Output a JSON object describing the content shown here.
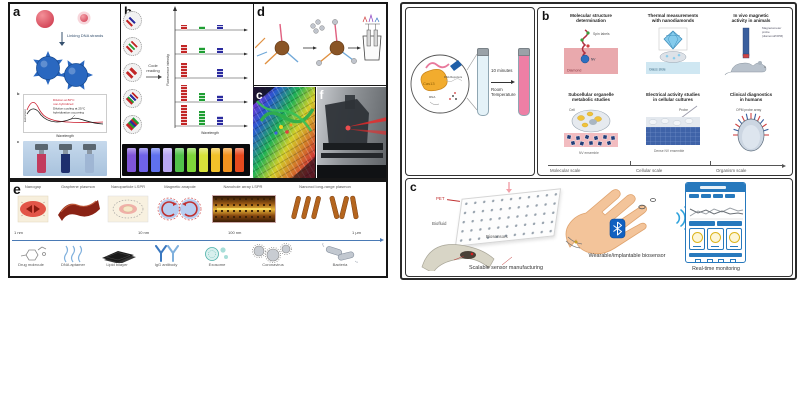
{
  "left_figure": {
    "a": {
      "label": "a",
      "linking_label": "Linking DNA strands",
      "sub_spectrum_label": "b",
      "sub_photo_label": "c",
      "spectrum": {
        "ann1": "Dilution at 80°C",
        "ann2": "non-hybridized",
        "ann3": "Dilution cooling at 25°C",
        "ann4": "hybridization occurring",
        "xlabel": "Wavelength",
        "ylabel": "Extinction"
      }
    },
    "b": {
      "label": "b",
      "code_reading": "Code reading",
      "ylabel": "Fluorescence intensity",
      "xlabel": "Wavelength"
    },
    "c": {
      "label": "c"
    },
    "d": {
      "label": "d"
    },
    "f": {
      "label": "f"
    },
    "e": {
      "label": "e",
      "thumbs": [
        "Nanogap",
        "Graphene plasmon",
        "Nanoparticle LSPR",
        "Magnetic anapole",
        "Nanohole array LSPR",
        "Nanorod long-range plasmon"
      ],
      "scale_ticks": [
        "1 nm",
        "10 nm",
        "100 nm",
        "1 μm"
      ],
      "analytes": [
        "Drug molecule",
        "DNA aptamer",
        "Lipid bilayer",
        "IgG antibody",
        "Exosome",
        "Coronavirus",
        "Bacteria"
      ]
    }
  },
  "right_figure": {
    "a": {
      "cas13": "Cas13",
      "dna_reporters": "DNA Reporters",
      "rna": "RNA",
      "time": "10 minutes",
      "temp": "Room Temperature"
    },
    "b": {
      "label": "b",
      "cards": [
        {
          "title1": "Molecular structure",
          "title2": "determination",
          "l1": "Spin labels",
          "l2": "NV",
          "l3": "Diamond"
        },
        {
          "title1": "Thermal measurements",
          "title2": "with nanodiamonds",
          "l1": "Glass slide"
        },
        {
          "title1": "In vivo magnetic",
          "title2": "activity in animals",
          "l1": "Magnetometer probe (diamond/OPM)"
        },
        {
          "title1": "Subcellular organelle",
          "title2": "metabolic studies",
          "l1": "Cell",
          "l2": "NV ensemble"
        },
        {
          "title1": "Electrical activity studies",
          "title2": "in cellular cultures",
          "l1": "Probe",
          "l2": "Dense NV ensemble"
        },
        {
          "title1": "Clinical diagnostics",
          "title2": "in humans",
          "l1": "OPM probe array"
        }
      ],
      "scales": [
        "Molecular scale",
        "Cellular scale",
        "Organism scale"
      ]
    },
    "c": {
      "label": "c",
      "pet": "PET",
      "biofluid": "Biofluid",
      "biosensors": "Biosensors",
      "cap1": "Scalable sensor manufacturing",
      "cap2": "Wearable/implantable biosensor",
      "cap3": "Real-time monitoring"
    }
  },
  "colors": {
    "nanoparticle_blue": "#2a68c0",
    "nanoparticle_red": "#d94a5a",
    "diamond_pink": "#e9a9ad",
    "glass_blue": "#cfe7f2",
    "nv_blue": "#3f63a8",
    "bluetooth_blue": "#1060c0",
    "phone_blue": "#2779bd",
    "tube_pink": "#ee7fa5",
    "tube_lightblue": "#e4f2f8",
    "scalebar_blue": "#4a7ab5",
    "uv_tubes": [
      "#8055d8",
      "#6f62e8",
      "#5f71ee",
      "#b9a7f2",
      "#52c24a",
      "#7fd63a",
      "#d8e23a",
      "#f2c12a",
      "#f2921f",
      "#e64a1e"
    ]
  }
}
